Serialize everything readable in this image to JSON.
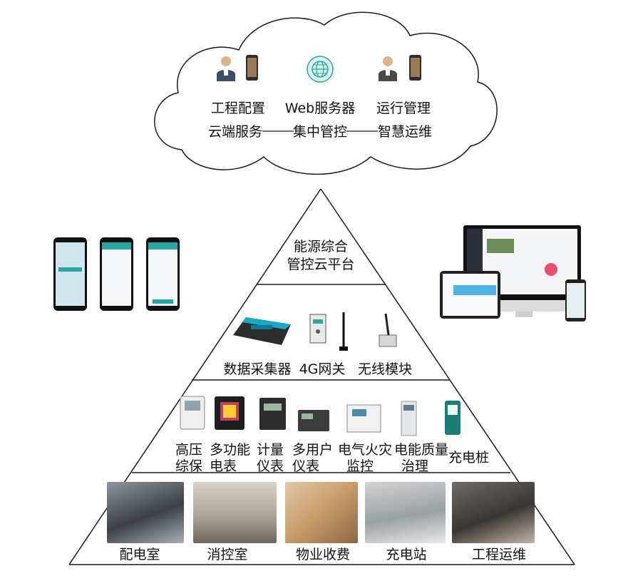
{
  "cloud": {
    "items": [
      {
        "icon": "engineer-icon",
        "line1": "工程配置",
        "line2": "云端服务"
      },
      {
        "icon": "globe-icon",
        "line1": "Web服务器",
        "line2": "集中管控"
      },
      {
        "icon": "operator-icon",
        "line1": "运行管理",
        "line2": "智慧运维"
      }
    ]
  },
  "pyramid": {
    "tier1": {
      "line1": "能源综合",
      "line2": "管控云平台"
    },
    "tier2": {
      "devices": [
        "数据采集器",
        "4G网关",
        "无线模块"
      ]
    },
    "tier3": {
      "devices": [
        {
          "line1": "高压",
          "line2": "综保"
        },
        {
          "line1": "多功能",
          "line2": "电表"
        },
        {
          "line1": "计量",
          "line2": "仪表"
        },
        {
          "line1": "多用户",
          "line2": "仪表"
        },
        {
          "line1": "电气火灾",
          "line2": "监控"
        },
        {
          "line1": "电能质量",
          "line2": "治理"
        },
        {
          "line1": "充电桩",
          "line2": ""
        }
      ]
    },
    "tier4": {
      "scenes": [
        "配电室",
        "消控室",
        "物业收费",
        "充电站",
        "工程运维"
      ]
    }
  },
  "side": {
    "left": "mobile-app-phones-icon",
    "right": "desktop-tablet-phone-icon"
  },
  "colors": {
    "line": "#1a1a1a",
    "teal": "#2aa5a0",
    "cloud_stroke": "#1a1a1a"
  }
}
